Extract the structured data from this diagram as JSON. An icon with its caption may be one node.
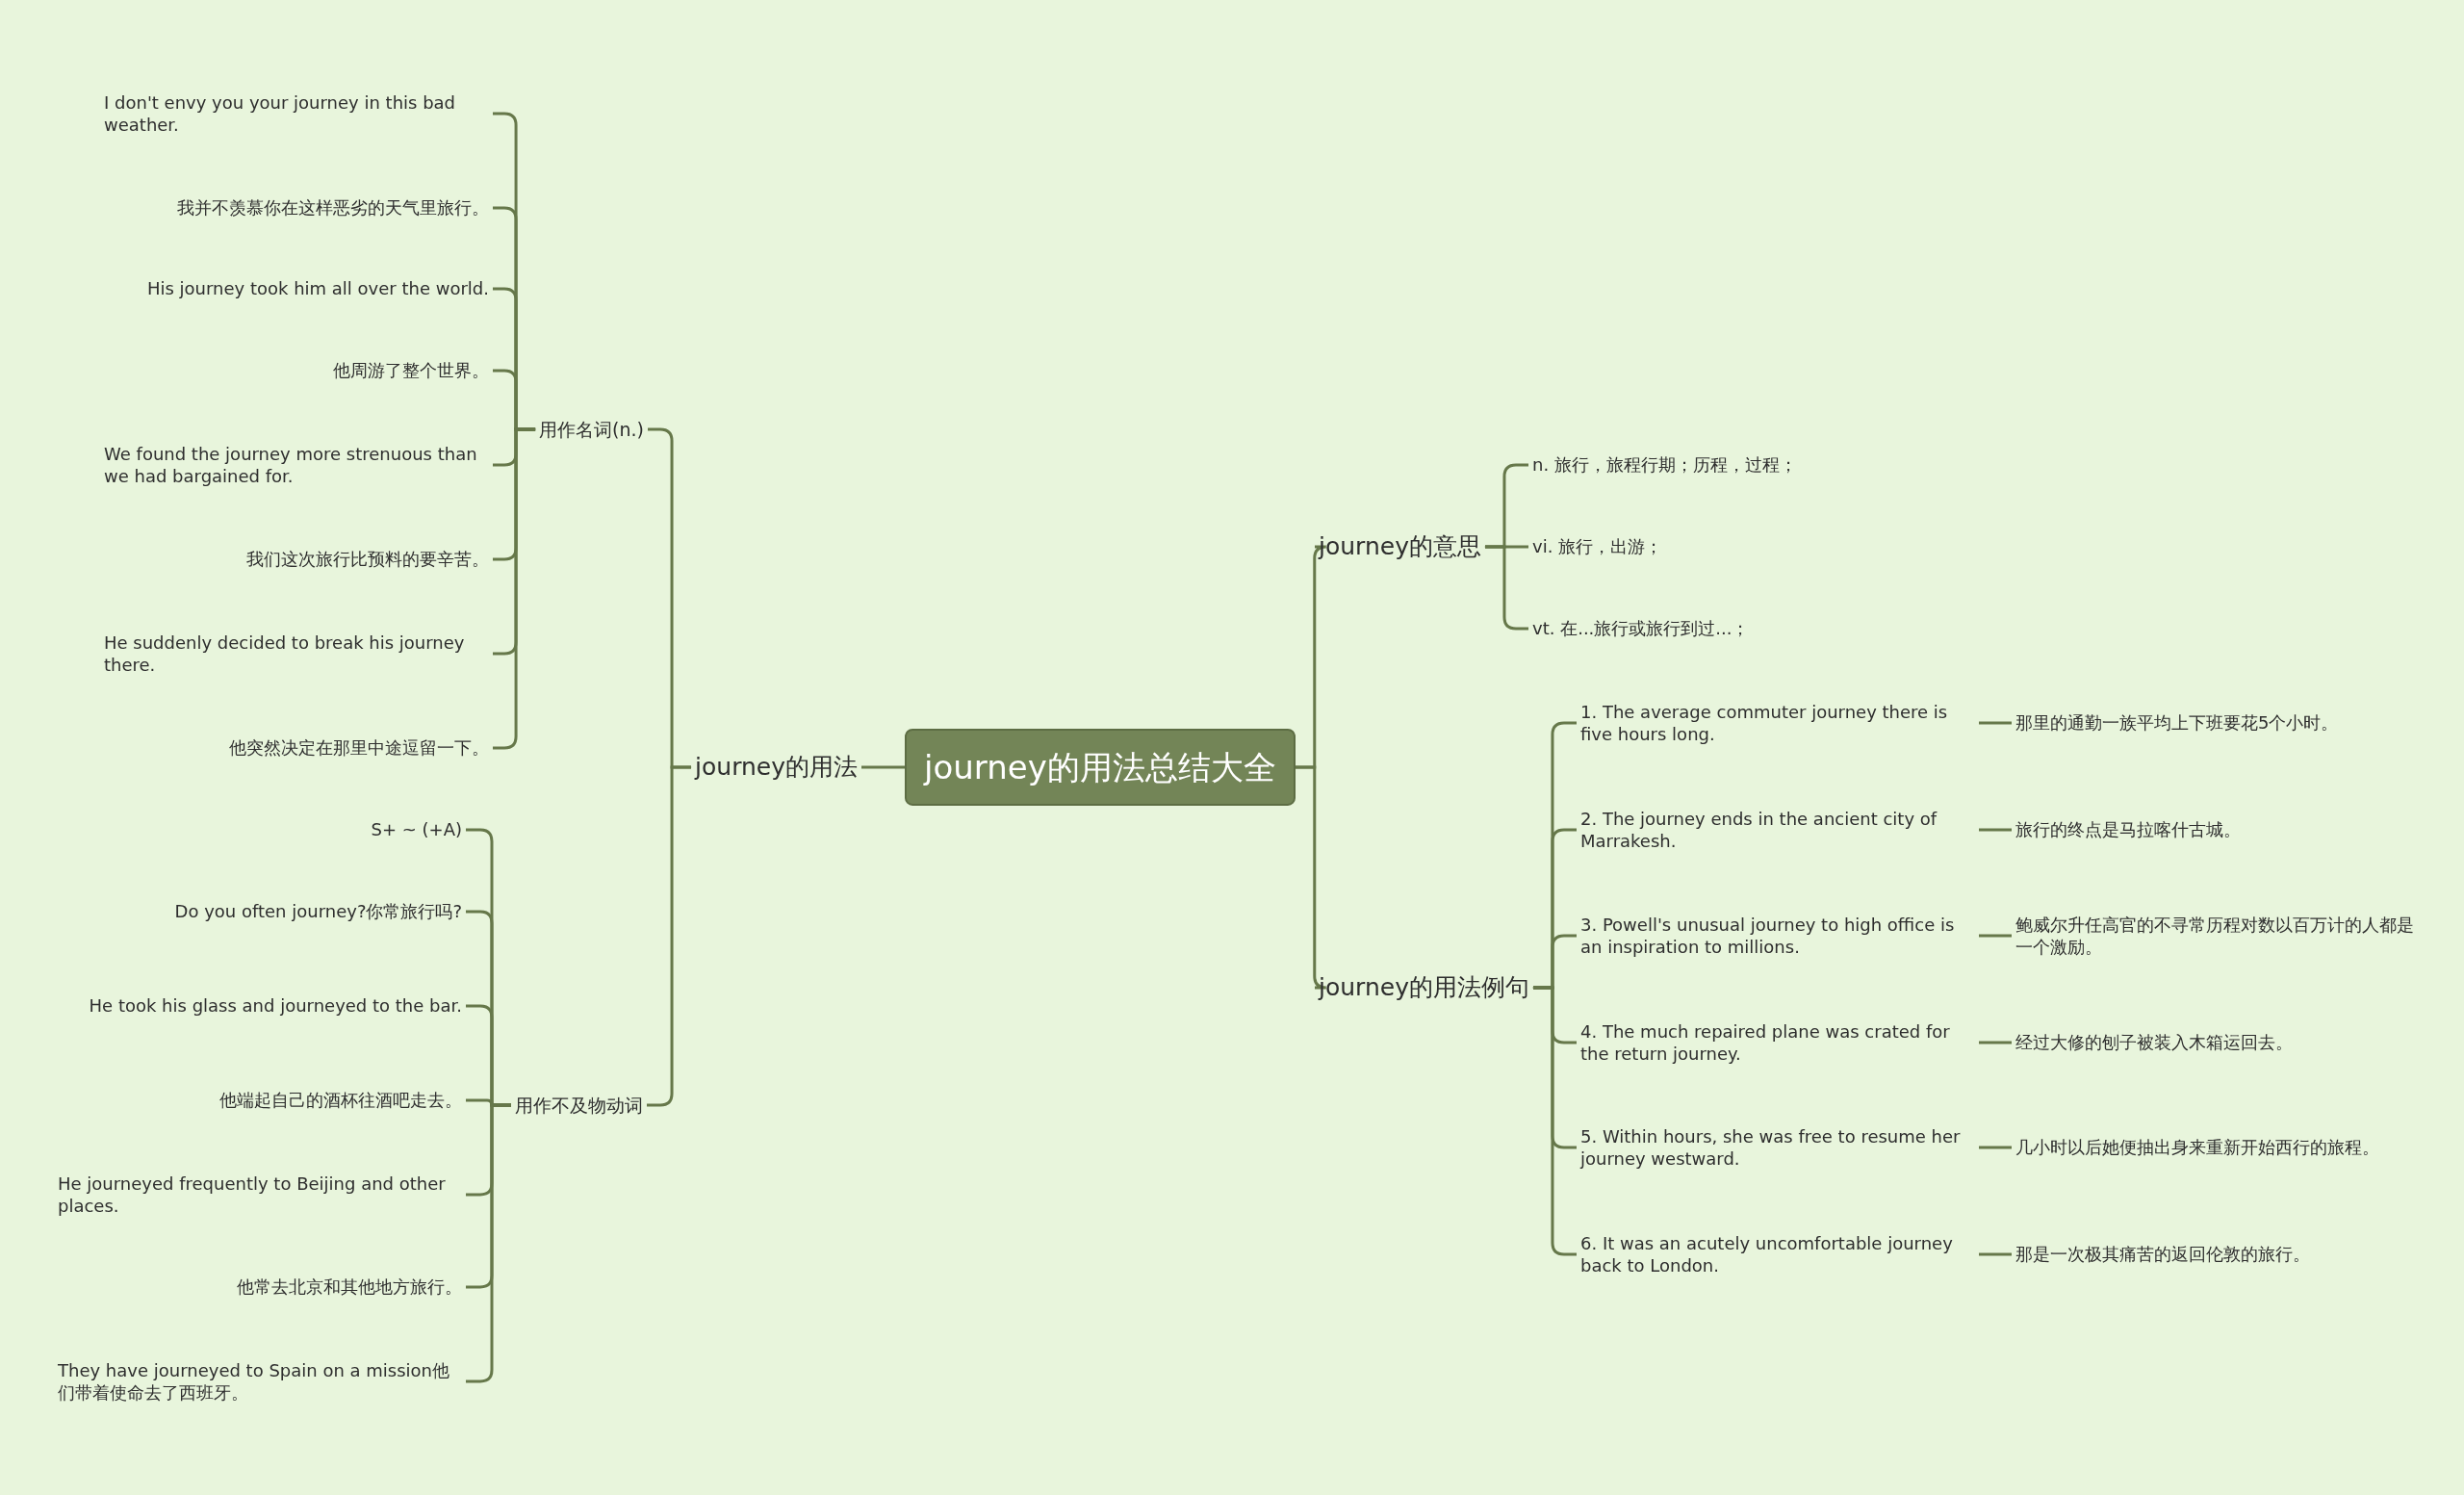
{
  "diagram": {
    "nodes": [
      {
        "text": [
          "journey的用法总结大全"
        ]
      },
      {
        "text": [
          "journey的用法"
        ]
      },
      {
        "text": [
          "用作名词(n.)"
        ]
      },
      {
        "text": [
          "I don't envy you your journey in this bad weather."
        ]
      },
      {
        "text": [
          "我并不羡慕你在这样恶劣的天气里旅行。"
        ]
      },
      {
        "text": [
          "His journey took him all over the world."
        ]
      },
      {
        "text": [
          "他周游了整个世界。"
        ]
      },
      {
        "text": [
          "We found the journey more strenuous than we had bargained for."
        ]
      },
      {
        "text": [
          "我们这次旅行比预料的要辛苦。"
        ]
      },
      {
        "text": [
          "He suddenly decided to break his journey there."
        ]
      },
      {
        "text": [
          "他突然决定在那里中途逗留一下。"
        ]
      },
      {
        "text": [
          "用作不及物动词"
        ]
      },
      {
        "text": [
          "S+ ~ (+A)"
        ]
      },
      {
        "text": [
          "Do you often journey?你常旅行吗?"
        ]
      },
      {
        "text": [
          "He took his glass and journeyed to the bar."
        ]
      },
      {
        "text": [
          "他端起自己的酒杯往酒吧走去。"
        ]
      },
      {
        "text": [
          "He journeyed frequently to Beijing and other places."
        ]
      },
      {
        "text": [
          "他常去北京和其他地方旅行。"
        ]
      },
      {
        "text": [
          "They have journeyed to Spain on a mission他们带着使命去了西班牙。"
        ]
      },
      {
        "text": [
          "journey的意思"
        ]
      },
      {
        "text": [
          "n. 旅行，旅程行期；历程，过程；"
        ]
      },
      {
        "text": [
          "vi. 旅行，出游；"
        ]
      },
      {
        "text": [
          "vt. 在...旅行或旅行到过...；"
        ]
      },
      {
        "text": [
          "journey的用法例句"
        ]
      },
      {
        "text": [
          "1. The average commuter journey there is five hours long."
        ]
      },
      {
        "text": [
          "那里的通勤一族平均上下班要花5个小时。"
        ]
      },
      {
        "text": [
          "2. The journey ends in the ancient city of Marrakesh."
        ]
      },
      {
        "text": [
          "旅行的终点是马拉喀什古城。"
        ]
      },
      {
        "text": [
          "3. Powell's unusual journey to high office is an inspiration to millions."
        ]
      },
      {
        "text": [
          "鲍威尔升任高官的不寻常历程对数以百万计的人都是一个激励。"
        ]
      },
      {
        "text": [
          "4. The much repaired plane was crated for the return journey."
        ]
      },
      {
        "text": [
          "经过大修的刨子被装入木箱运回去。"
        ]
      },
      {
        "text": [
          "5. Within hours, she was free to resume her journey westward."
        ]
      },
      {
        "text": [
          "几小时以后她便抽出身来重新开始西行的旅程。"
        ]
      },
      {
        "text": [
          "6. It was an acutely uncomfortable journey back to London."
        ]
      },
      {
        "text": [
          "那是一次极其痛苦的返回伦敦的旅行。"
        ]
      }
    ],
    "edges": [
      {
        "from": 0,
        "to": 1,
        "arrow": "none"
      },
      {
        "from": 1,
        "to": 2,
        "arrow": "none"
      },
      {
        "from": 2,
        "to": 3,
        "arrow": "none"
      },
      {
        "from": 2,
        "to": 4,
        "arrow": "none"
      },
      {
        "from": 2,
        "to": 5,
        "arrow": "none"
      },
      {
        "from": 2,
        "to": 6,
        "arrow": "none"
      },
      {
        "from": 2,
        "to": 7,
        "arrow": "none"
      },
      {
        "from": 2,
        "to": 8,
        "arrow": "none"
      },
      {
        "from": 2,
        "to": 9,
        "arrow": "none"
      },
      {
        "from": 2,
        "to": 10,
        "arrow": "none"
      },
      {
        "from": 1,
        "to": 11,
        "arrow": "none"
      },
      {
        "from": 11,
        "to": 12,
        "arrow": "none"
      },
      {
        "from": 11,
        "to": 13,
        "arrow": "none"
      },
      {
        "from": 11,
        "to": 14,
        "arrow": "none"
      },
      {
        "from": 11,
        "to": 15,
        "arrow": "none"
      },
      {
        "from": 11,
        "to": 16,
        "arrow": "none"
      },
      {
        "from": 11,
        "to": 17,
        "arrow": "none"
      },
      {
        "from": 11,
        "to": 18,
        "arrow": "none"
      },
      {
        "from": 0,
        "to": 19,
        "arrow": "none"
      },
      {
        "from": 19,
        "to": 20,
        "arrow": "none"
      },
      {
        "from": 19,
        "to": 21,
        "arrow": "none"
      },
      {
        "from": 19,
        "to": 22,
        "arrow": "none"
      },
      {
        "from": 0,
        "to": 23,
        "arrow": "none"
      },
      {
        "from": 23,
        "to": 24,
        "arrow": "none"
      },
      {
        "from": 24,
        "to": 25,
        "arrow": "none"
      },
      {
        "from": 23,
        "to": 26,
        "arrow": "none"
      },
      {
        "from": 26,
        "to": 27,
        "arrow": "none"
      },
      {
        "from": 23,
        "to": 28,
        "arrow": "none"
      },
      {
        "from": 28,
        "to": 29,
        "arrow": "none"
      },
      {
        "from": 23,
        "to": 30,
        "arrow": "none"
      },
      {
        "from": 30,
        "to": 31,
        "arrow": "none"
      },
      {
        "from": 23,
        "to": 32,
        "arrow": "none"
      },
      {
        "from": 32,
        "to": 33,
        "arrow": "none"
      },
      {
        "from": 23,
        "to": 34,
        "arrow": "none"
      },
      {
        "from": 34,
        "to": 35,
        "arrow": "none"
      }
    ]
  }
}
